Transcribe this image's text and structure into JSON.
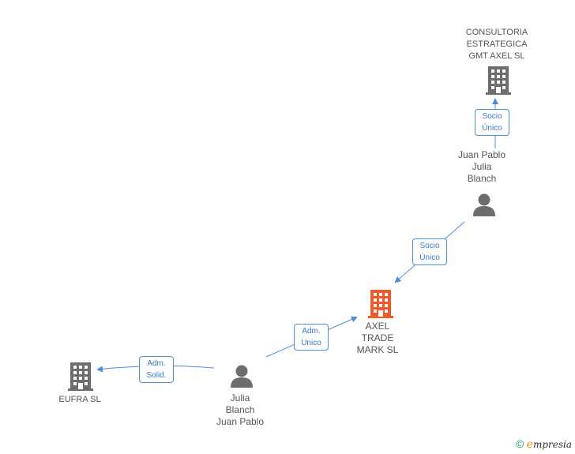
{
  "nodes": {
    "consultoria": {
      "label": "CONSULTORIA\nESTRATEGICA\nGMT AXEL SL",
      "type": "company",
      "color": "#6d6d6d"
    },
    "juan_pablo": {
      "label": "Juan Pablo\nJulia\nBlanch",
      "type": "person",
      "color": "#6d6d6d"
    },
    "axel": {
      "label": "AXEL\nTRADE\nMARK SL",
      "type": "company",
      "color": "#f05a2a"
    },
    "julia": {
      "label": "Julia\nBlanch\nJuan Pablo",
      "type": "person",
      "color": "#6d6d6d"
    },
    "eufra": {
      "label": "EUFRA SL",
      "type": "company",
      "color": "#6d6d6d"
    }
  },
  "relations": {
    "socio_unico_top": {
      "line1": "Socio",
      "line2": "Único"
    },
    "socio_unico_mid": {
      "line1": "Socio",
      "line2": "Único"
    },
    "adm_unico": {
      "line1": "Adm.",
      "line2": "Unico"
    },
    "adm_solid": {
      "line1": "Adm.",
      "line2": "Solid."
    }
  },
  "footer": {
    "copyright": "©",
    "brand_e": "e",
    "brand_rest": "mpresia"
  },
  "colors": {
    "edge": "#4a90d9",
    "edge_gray": "#aaaaaa"
  }
}
